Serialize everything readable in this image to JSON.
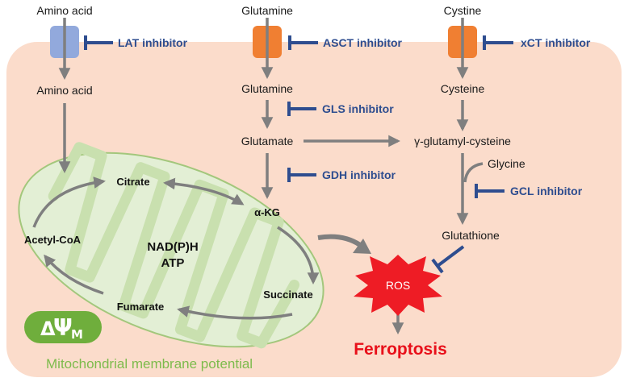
{
  "outside": {
    "amino_acid": "Amino acid",
    "glutamine": "Glutamine",
    "cystine": "Cystine"
  },
  "inside": {
    "amino_acid": "Amino acid",
    "glutamine": "Glutamine",
    "glutamate": "Glutamate",
    "cysteine": "Cysteine",
    "gamma_glutamyl_cysteine": "γ-glutamyl-cysteine",
    "glycine": "Glycine",
    "glutathione": "Glutathione"
  },
  "inhibitors": {
    "lat": "LAT inhibitor",
    "asct": "ASCT inhibitor",
    "xct": "xCT inhibitor",
    "gls": "GLS inhibitor",
    "gdh": "GDH inhibitor",
    "gcl": "GCL inhibitor"
  },
  "mitochondrion": {
    "citrate": "Citrate",
    "akg": "α-KG",
    "acetyl_coa": "Acetyl-CoA",
    "succinate": "Succinate",
    "fumarate": "Fumarate",
    "nadph": "NAD(P)H",
    "atp": "ATP"
  },
  "outcome": {
    "ros": "ROS",
    "ferroptosis": "Ferroptosis"
  },
  "membrane_potential": {
    "symbol_delta": "Δ",
    "symbol_psi": "Ψ",
    "symbol_sub": "M",
    "label": "Mitochondrial membrane potential"
  },
  "colors": {
    "cell_fill": "#FBDCCB",
    "mito_fill": "#E3EFD5",
    "mito_stroke": "#A3C77C",
    "lat_transporter": "#92A9DC",
    "transporter": "#F07F32",
    "inhibitor": "#2E4D8F",
    "arrow": "#7F7F7F",
    "ros": "#EE1C25",
    "ferroptosis": "#E8101A",
    "psi_badge": "#6FAE3C",
    "mmp_text": "#7DBB4C"
  }
}
